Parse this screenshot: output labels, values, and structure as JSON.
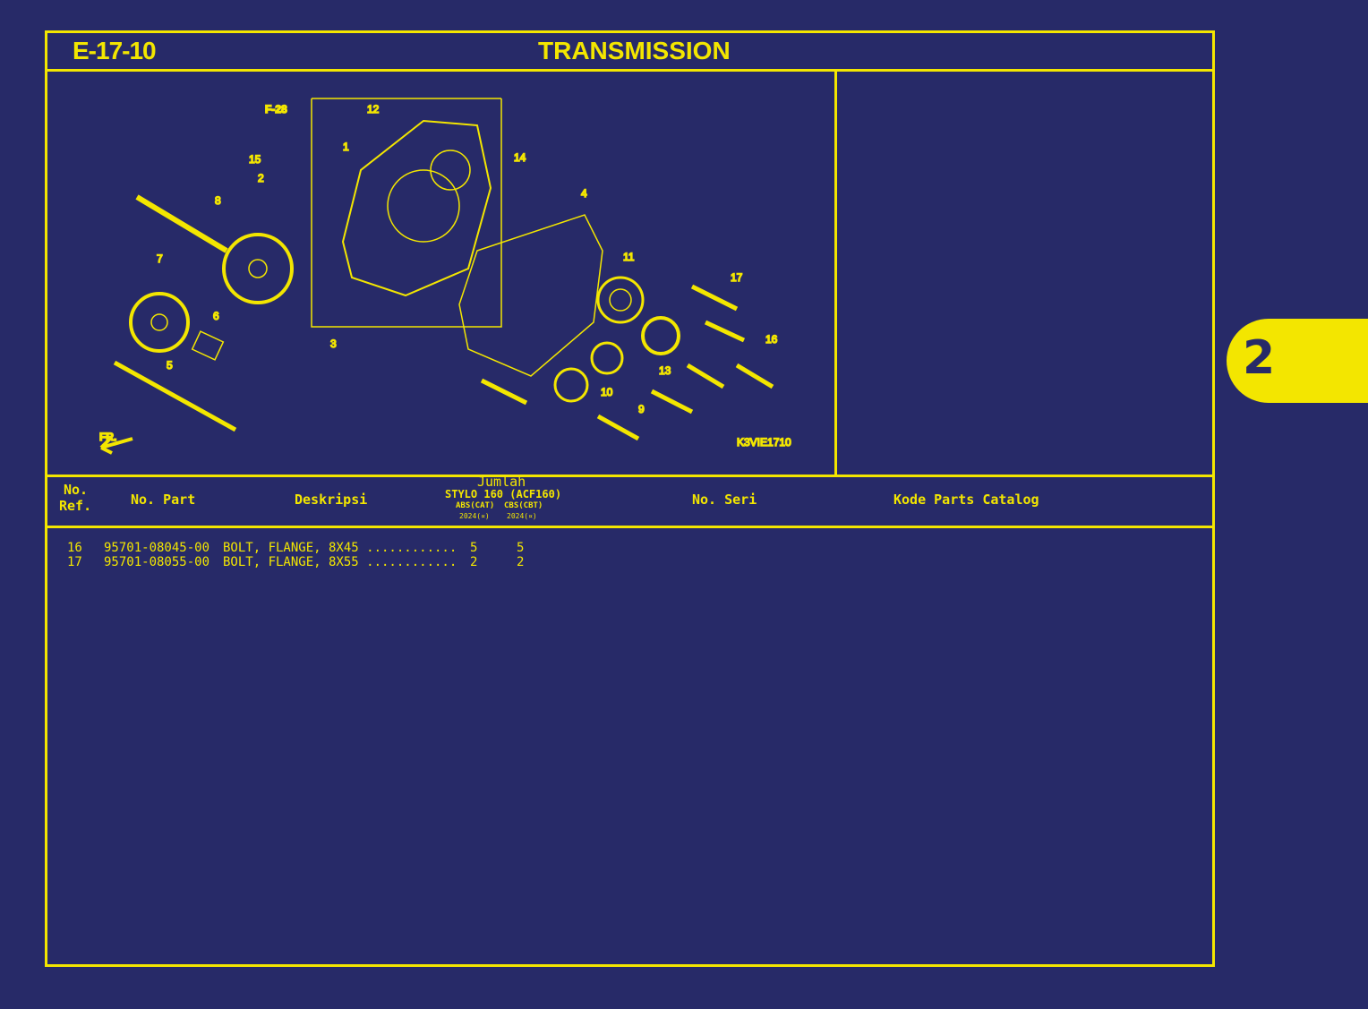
{
  "header": {
    "code": "E-17-10",
    "title": "TRANSMISSION"
  },
  "diagram": {
    "image_code": "K3VIE1710",
    "ref_link": "F-28",
    "front_label": "FR.",
    "callouts": [
      "1",
      "2",
      "3",
      "4",
      "5",
      "6",
      "7",
      "8",
      "9",
      "10",
      "11",
      "12",
      "13",
      "14",
      "15",
      "16",
      "17"
    ]
  },
  "table": {
    "headers": {
      "ref_line1": "No.",
      "ref_line2": "Ref.",
      "part": "No. Part",
      "desc": "Deskripsi",
      "qty": "Jumlah",
      "model": "STYLO 160 (ACF160)",
      "variant1": "ABS(CAT)",
      "variant2": "CBS(CBT)",
      "year1": "2024(¤)",
      "year2": "2024(¤)",
      "serial": "No. Seri",
      "catalog": "Kode Parts Catalog"
    },
    "rows": [
      {
        "ref": "16",
        "part": "95701-08045-00",
        "desc": "BOLT, FLANGE, 8X45 ............",
        "qty1": "5",
        "qty2": "5"
      },
      {
        "ref": "17",
        "part": "95701-08055-00",
        "desc": "BOLT, FLANGE, 8X55 ............",
        "qty1": "2",
        "qty2": "2"
      }
    ]
  },
  "side_tab": {
    "label": "2"
  },
  "colors": {
    "background": "#272a68",
    "accent": "#f3e600"
  }
}
